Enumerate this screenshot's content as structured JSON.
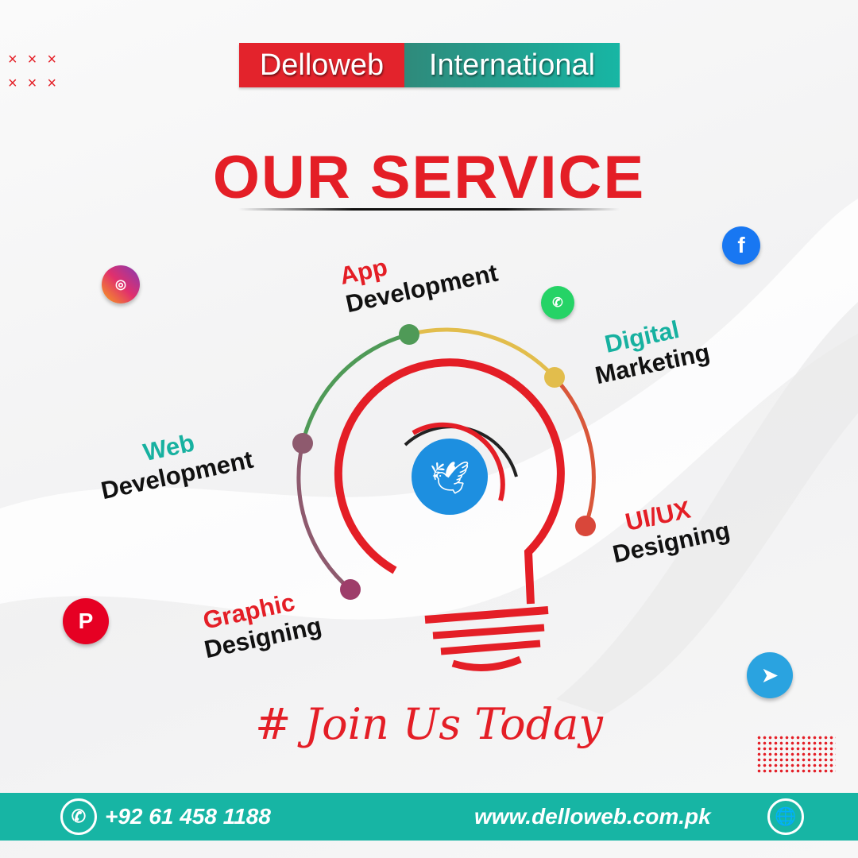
{
  "logo": {
    "left": "Delloweb",
    "right": "International"
  },
  "title": "OUR SERVICE",
  "services": [
    {
      "line1": "App",
      "line2": "Development"
    },
    {
      "line1": "Digital",
      "line2": "Marketing"
    },
    {
      "line1": "Web",
      "line2": "Development"
    },
    {
      "line1": "UI/UX",
      "line2": "Designing"
    },
    {
      "line1": "Graphic",
      "line2": "Designing"
    }
  ],
  "tagline": "# Join Us Today",
  "footer": {
    "phone": "+92 61 458 1188",
    "website": "www.delloweb.com.pk"
  },
  "colors": {
    "red": "#e41e26",
    "teal": "#17b5a4"
  }
}
